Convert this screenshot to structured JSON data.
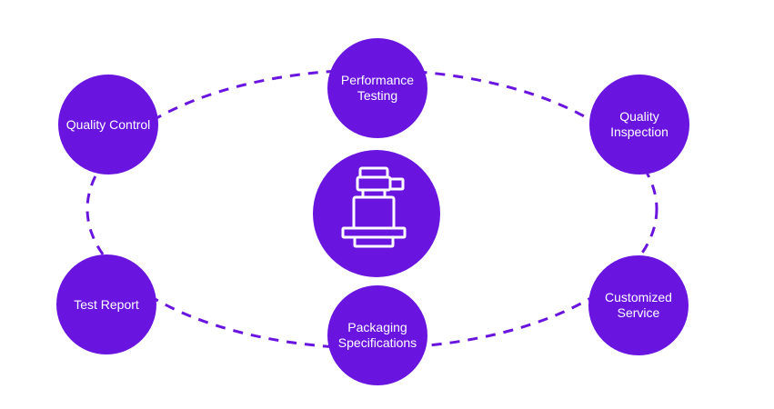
{
  "diagram": {
    "accent_color": "#6a14e0",
    "ring_style": "dashed",
    "center_icon": "valve-icon",
    "nodes": [
      {
        "id": "performance-testing",
        "label": "Performance\nTesting"
      },
      {
        "id": "quality-control",
        "label": "Quality Control"
      },
      {
        "id": "quality-inspection",
        "label": "Quality\nInspection"
      },
      {
        "id": "test-report",
        "label": "Test Report"
      },
      {
        "id": "packaging-specifications",
        "label": "Packaging\nSpecifications"
      },
      {
        "id": "customized-service",
        "label": "Customized\nService"
      }
    ]
  }
}
